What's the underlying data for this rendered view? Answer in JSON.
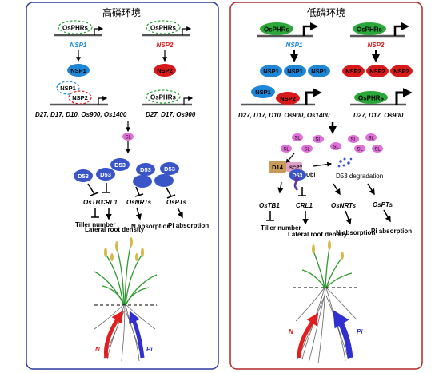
{
  "panels": {
    "left": {
      "title": "高磷环境",
      "osphrs_1": "OsPHRs",
      "osphrs_2": "OsPHRs",
      "nsp1_gene": "NSP1",
      "nsp2_gene": "NSP2",
      "nsp1_protein": "NSP1",
      "nsp2_protein": "NSP2",
      "complex_nsp1": "NSP1",
      "complex_nsp2": "NSP2",
      "osphrs_bottom": "OsPHRs",
      "genes_left": "D27, D17, D10, Os900, Os1400",
      "genes_right": "D27, D17, Os900",
      "sl": "SL",
      "d53": [
        "D53",
        "D53",
        "D53",
        "D53",
        "D53"
      ],
      "targets": [
        "OsTB1",
        "CRL1",
        "OsNRTs",
        "OsPTs"
      ],
      "outcomes": [
        "Tiller number",
        "Lateral root density",
        "N absorption",
        "Pi absorption"
      ],
      "n_label": "N",
      "pi_label": "Pi"
    },
    "right": {
      "title": "低磷环境",
      "osphrs_1": "OsPHRs",
      "osphrs_2": "OsPHRs",
      "nsp1_gene": "NSP1",
      "nsp2_gene": "NSP2",
      "nsp1_proteins": [
        "NSP1",
        "NSP1",
        "NSP1"
      ],
      "nsp2_proteins": [
        "NSP2",
        "NSP2",
        "NSP2"
      ],
      "complex_nsp1": "NSP1",
      "complex_nsp2": "NSP2",
      "osphrs_bottom": "OsPHRs",
      "genes_left": "D27, D17, D10, Os900, Os1400",
      "genes_right": "D27, D17, Os900",
      "sl": "SL",
      "d14": "D14",
      "scf": "SCF",
      "scf_sup": "D3",
      "d53": "D53",
      "ubi": "Ubi",
      "degradation": "D53 degradation",
      "targets": [
        "OsTB1",
        "CRL1",
        "OsNRTs",
        "OsPTs"
      ],
      "outcomes": [
        "Tiller number",
        "Lateral root density",
        "N absorption",
        "Pi absorption"
      ],
      "n_label": "N",
      "pi_label": "Pi"
    }
  },
  "colors": {
    "left_border": "#2a3a9c",
    "right_border": "#b0282c",
    "blue_protein": "#1e86d6",
    "red_protein": "#d81a1a",
    "green_protein": "#2ca83a",
    "d53": "#3a55c8",
    "sl": "#e070d8",
    "root_n": "#e02020",
    "root_pi": "#3030d0"
  }
}
